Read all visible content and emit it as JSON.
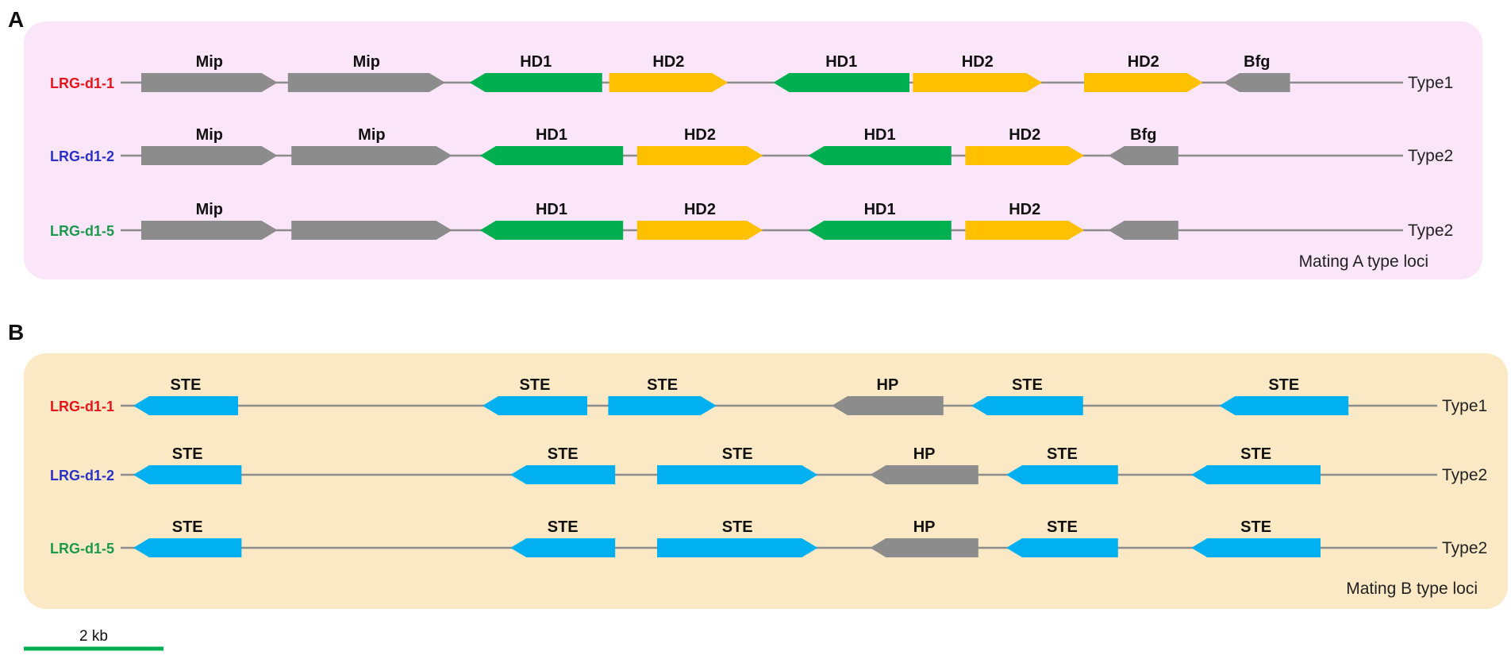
{
  "colors": {
    "gray": "#8c8c8c",
    "green": "#00b050",
    "yellow": "#ffc000",
    "blue": "#00b0f0",
    "panel_a_bg": "#fbe5f8",
    "panel_b_bg": "#fbe9c6",
    "axis": "#8c8c8c",
    "scale_bar": "#00b050",
    "label_red": "#e8141c",
    "label_blue": "#2b32c8",
    "label_green": "#1b9a4e"
  },
  "panels": [
    {
      "letter": "A",
      "footer": "Mating A type loci",
      "tracks": [
        {
          "name": "LRG-d1-1",
          "name_color": "red",
          "type": "Type1",
          "genes": [
            {
              "label": "Mip",
              "strand": "+",
              "color": "gray",
              "start": 0.0,
              "end": 1.95
            },
            {
              "label": "Mip",
              "strand": "+",
              "color": "gray",
              "start": 2.1,
              "end": 4.35
            },
            {
              "label": "HD1",
              "strand": "-",
              "color": "green",
              "start": 4.7,
              "end": 6.6
            },
            {
              "label": "HD2",
              "strand": "+",
              "color": "yellow",
              "start": 6.7,
              "end": 8.4
            },
            {
              "label": "HD1",
              "strand": "-",
              "color": "green",
              "start": 9.05,
              "end": 11.0
            },
            {
              "label": "HD2",
              "strand": "+",
              "color": "yellow",
              "start": 11.05,
              "end": 12.9
            },
            {
              "label": "HD2",
              "strand": "+",
              "color": "yellow",
              "start": 13.5,
              "end": 15.2
            },
            {
              "label": "Bfg",
              "strand": "-",
              "color": "gray",
              "start": 15.5,
              "end": 16.45
            }
          ]
        },
        {
          "name": "LRG-d1-2",
          "name_color": "blue",
          "type": "Type2",
          "genes": [
            {
              "label": "Mip",
              "strand": "+",
              "color": "gray",
              "start": 0.0,
              "end": 1.95
            },
            {
              "label": "Mip",
              "strand": "+",
              "color": "gray",
              "start": 2.15,
              "end": 4.45
            },
            {
              "label": "HD1",
              "strand": "-",
              "color": "green",
              "start": 4.85,
              "end": 6.9
            },
            {
              "label": "HD2",
              "strand": "+",
              "color": "yellow",
              "start": 7.1,
              "end": 8.9
            },
            {
              "label": "HD1",
              "strand": "-",
              "color": "green",
              "start": 9.55,
              "end": 11.6
            },
            {
              "label": "HD2",
              "strand": "+",
              "color": "yellow",
              "start": 11.8,
              "end": 13.5
            },
            {
              "label": "Bfg",
              "strand": "-",
              "color": "gray",
              "start": 13.85,
              "end": 14.85
            }
          ]
        },
        {
          "name": "LRG-d1-5",
          "name_color": "green",
          "type": "Type2",
          "genes": [
            {
              "label": "Mip",
              "strand": "+",
              "color": "gray",
              "start": 0.0,
              "end": 1.95
            },
            {
              "label": "",
              "strand": "+",
              "color": "gray",
              "start": 2.15,
              "end": 4.45
            },
            {
              "label": "HD1",
              "strand": "-",
              "color": "green",
              "start": 4.85,
              "end": 6.9
            },
            {
              "label": "HD2",
              "strand": "+",
              "color": "yellow",
              "start": 7.1,
              "end": 8.9
            },
            {
              "label": "HD1",
              "strand": "-",
              "color": "green",
              "start": 9.55,
              "end": 11.6
            },
            {
              "label": "HD2",
              "strand": "+",
              "color": "yellow",
              "start": 11.8,
              "end": 13.5
            },
            {
              "label": "",
              "strand": "-",
              "color": "gray",
              "start": 13.85,
              "end": 14.85
            }
          ]
        }
      ]
    },
    {
      "letter": "B",
      "footer": "Mating B type loci",
      "tracks": [
        {
          "name": "LRG-d1-1",
          "name_color": "red",
          "type": "Type1",
          "genes": [
            {
              "label": "STE",
              "strand": "-",
              "color": "blue",
              "start": 0.0,
              "end": 1.5
            },
            {
              "label": "STE",
              "strand": "-",
              "color": "blue",
              "start": 5.0,
              "end": 6.5
            },
            {
              "label": "STE",
              "strand": "+",
              "color": "blue",
              "start": 6.8,
              "end": 8.35
            },
            {
              "label": "HP",
              "strand": "-",
              "color": "gray",
              "start": 10.0,
              "end": 11.6
            },
            {
              "label": "STE",
              "strand": "-",
              "color": "blue",
              "start": 12.0,
              "end": 13.6
            },
            {
              "label": "STE",
              "strand": "-",
              "color": "blue",
              "start": 15.55,
              "end": 17.4
            }
          ]
        },
        {
          "name": "LRG-d1-2",
          "name_color": "blue",
          "type": "Type2",
          "genes": [
            {
              "label": "STE",
              "strand": "-",
              "color": "blue",
              "start": 0.0,
              "end": 1.55
            },
            {
              "label": "STE",
              "strand": "-",
              "color": "blue",
              "start": 5.4,
              "end": 6.9
            },
            {
              "label": "STE",
              "strand": "+",
              "color": "blue",
              "start": 7.5,
              "end": 9.8
            },
            {
              "label": "HP",
              "strand": "-",
              "color": "gray",
              "start": 10.55,
              "end": 12.1
            },
            {
              "label": "STE",
              "strand": "-",
              "color": "blue",
              "start": 12.5,
              "end": 14.1
            },
            {
              "label": "STE",
              "strand": "-",
              "color": "blue",
              "start": 15.15,
              "end": 17.0
            }
          ]
        },
        {
          "name": "LRG-d1-5",
          "name_color": "green",
          "type": "Type2",
          "genes": [
            {
              "label": "STE",
              "strand": "-",
              "color": "blue",
              "start": 0.0,
              "end": 1.55
            },
            {
              "label": "STE",
              "strand": "-",
              "color": "blue",
              "start": 5.4,
              "end": 6.9
            },
            {
              "label": "STE",
              "strand": "+",
              "color": "blue",
              "start": 7.5,
              "end": 9.8
            },
            {
              "label": "HP",
              "strand": "-",
              "color": "gray",
              "start": 10.55,
              "end": 12.1
            },
            {
              "label": "STE",
              "strand": "-",
              "color": "blue",
              "start": 12.5,
              "end": 14.1
            },
            {
              "label": "STE",
              "strand": "-",
              "color": "blue",
              "start": 15.15,
              "end": 17.0
            }
          ]
        }
      ]
    }
  ],
  "scale_bar": {
    "label": "2 kb",
    "length_kb": 2
  }
}
